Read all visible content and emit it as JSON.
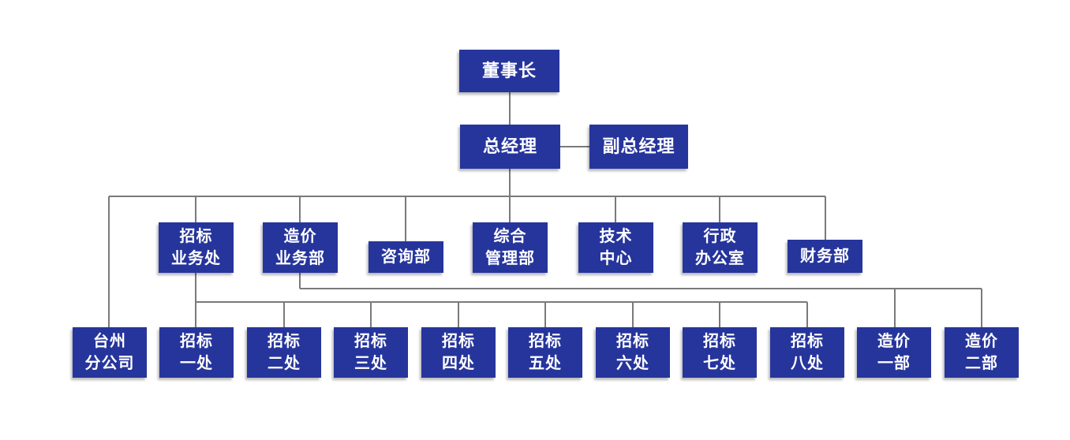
{
  "diagram": {
    "type": "org-chart",
    "background_color": "#ffffff",
    "node_fill_color": "#26359c",
    "node_text_color": "#ffffff",
    "connector_color": "#7a7a7a",
    "nodes": {
      "chairman": {
        "label": "董事长"
      },
      "general_manager": {
        "label": "总经理"
      },
      "deputy_general_manager": {
        "label": "副总经理"
      },
      "bidding_business_division": {
        "label": "招标\n业务处"
      },
      "cost_business_department": {
        "label": "造价\n业务部"
      },
      "consulting_department": {
        "label": "咨询部"
      },
      "comprehensive_management_department": {
        "label": "综合\n管理部"
      },
      "technology_center": {
        "label": "技术\n中心"
      },
      "administrative_office": {
        "label": "行政\n办公室"
      },
      "finance_department": {
        "label": "财务部"
      },
      "taizhou_branch": {
        "label": "台州\n分公司"
      },
      "bidding_office_1": {
        "label": "招标\n一处"
      },
      "bidding_office_2": {
        "label": "招标\n二处"
      },
      "bidding_office_3": {
        "label": "招标\n三处"
      },
      "bidding_office_4": {
        "label": "招标\n四处"
      },
      "bidding_office_5": {
        "label": "招标\n五处"
      },
      "bidding_office_6": {
        "label": "招标\n六处"
      },
      "bidding_office_7": {
        "label": "招标\n七处"
      },
      "bidding_office_8": {
        "label": "招标\n八处"
      },
      "cost_department_1": {
        "label": "造价\n一部"
      },
      "cost_department_2": {
        "label": "造价\n二部"
      }
    },
    "edges": [
      {
        "from": "chairman",
        "to": "general_manager"
      },
      {
        "from": "general_manager",
        "to": "deputy_general_manager",
        "style": "lateral"
      },
      {
        "from": "general_manager",
        "to": "taizhou_branch"
      },
      {
        "from": "general_manager",
        "to": "bidding_business_division"
      },
      {
        "from": "general_manager",
        "to": "cost_business_department"
      },
      {
        "from": "general_manager",
        "to": "consulting_department"
      },
      {
        "from": "general_manager",
        "to": "comprehensive_management_department"
      },
      {
        "from": "general_manager",
        "to": "technology_center"
      },
      {
        "from": "general_manager",
        "to": "administrative_office"
      },
      {
        "from": "general_manager",
        "to": "finance_department"
      },
      {
        "from": "bidding_business_division",
        "to": "bidding_office_1"
      },
      {
        "from": "bidding_business_division",
        "to": "bidding_office_2"
      },
      {
        "from": "bidding_business_division",
        "to": "bidding_office_3"
      },
      {
        "from": "bidding_business_division",
        "to": "bidding_office_4"
      },
      {
        "from": "bidding_business_division",
        "to": "bidding_office_5"
      },
      {
        "from": "bidding_business_division",
        "to": "bidding_office_6"
      },
      {
        "from": "bidding_business_division",
        "to": "bidding_office_7"
      },
      {
        "from": "bidding_business_division",
        "to": "bidding_office_8"
      },
      {
        "from": "cost_business_department",
        "to": "cost_department_1"
      },
      {
        "from": "cost_business_department",
        "to": "cost_department_2"
      }
    ]
  }
}
